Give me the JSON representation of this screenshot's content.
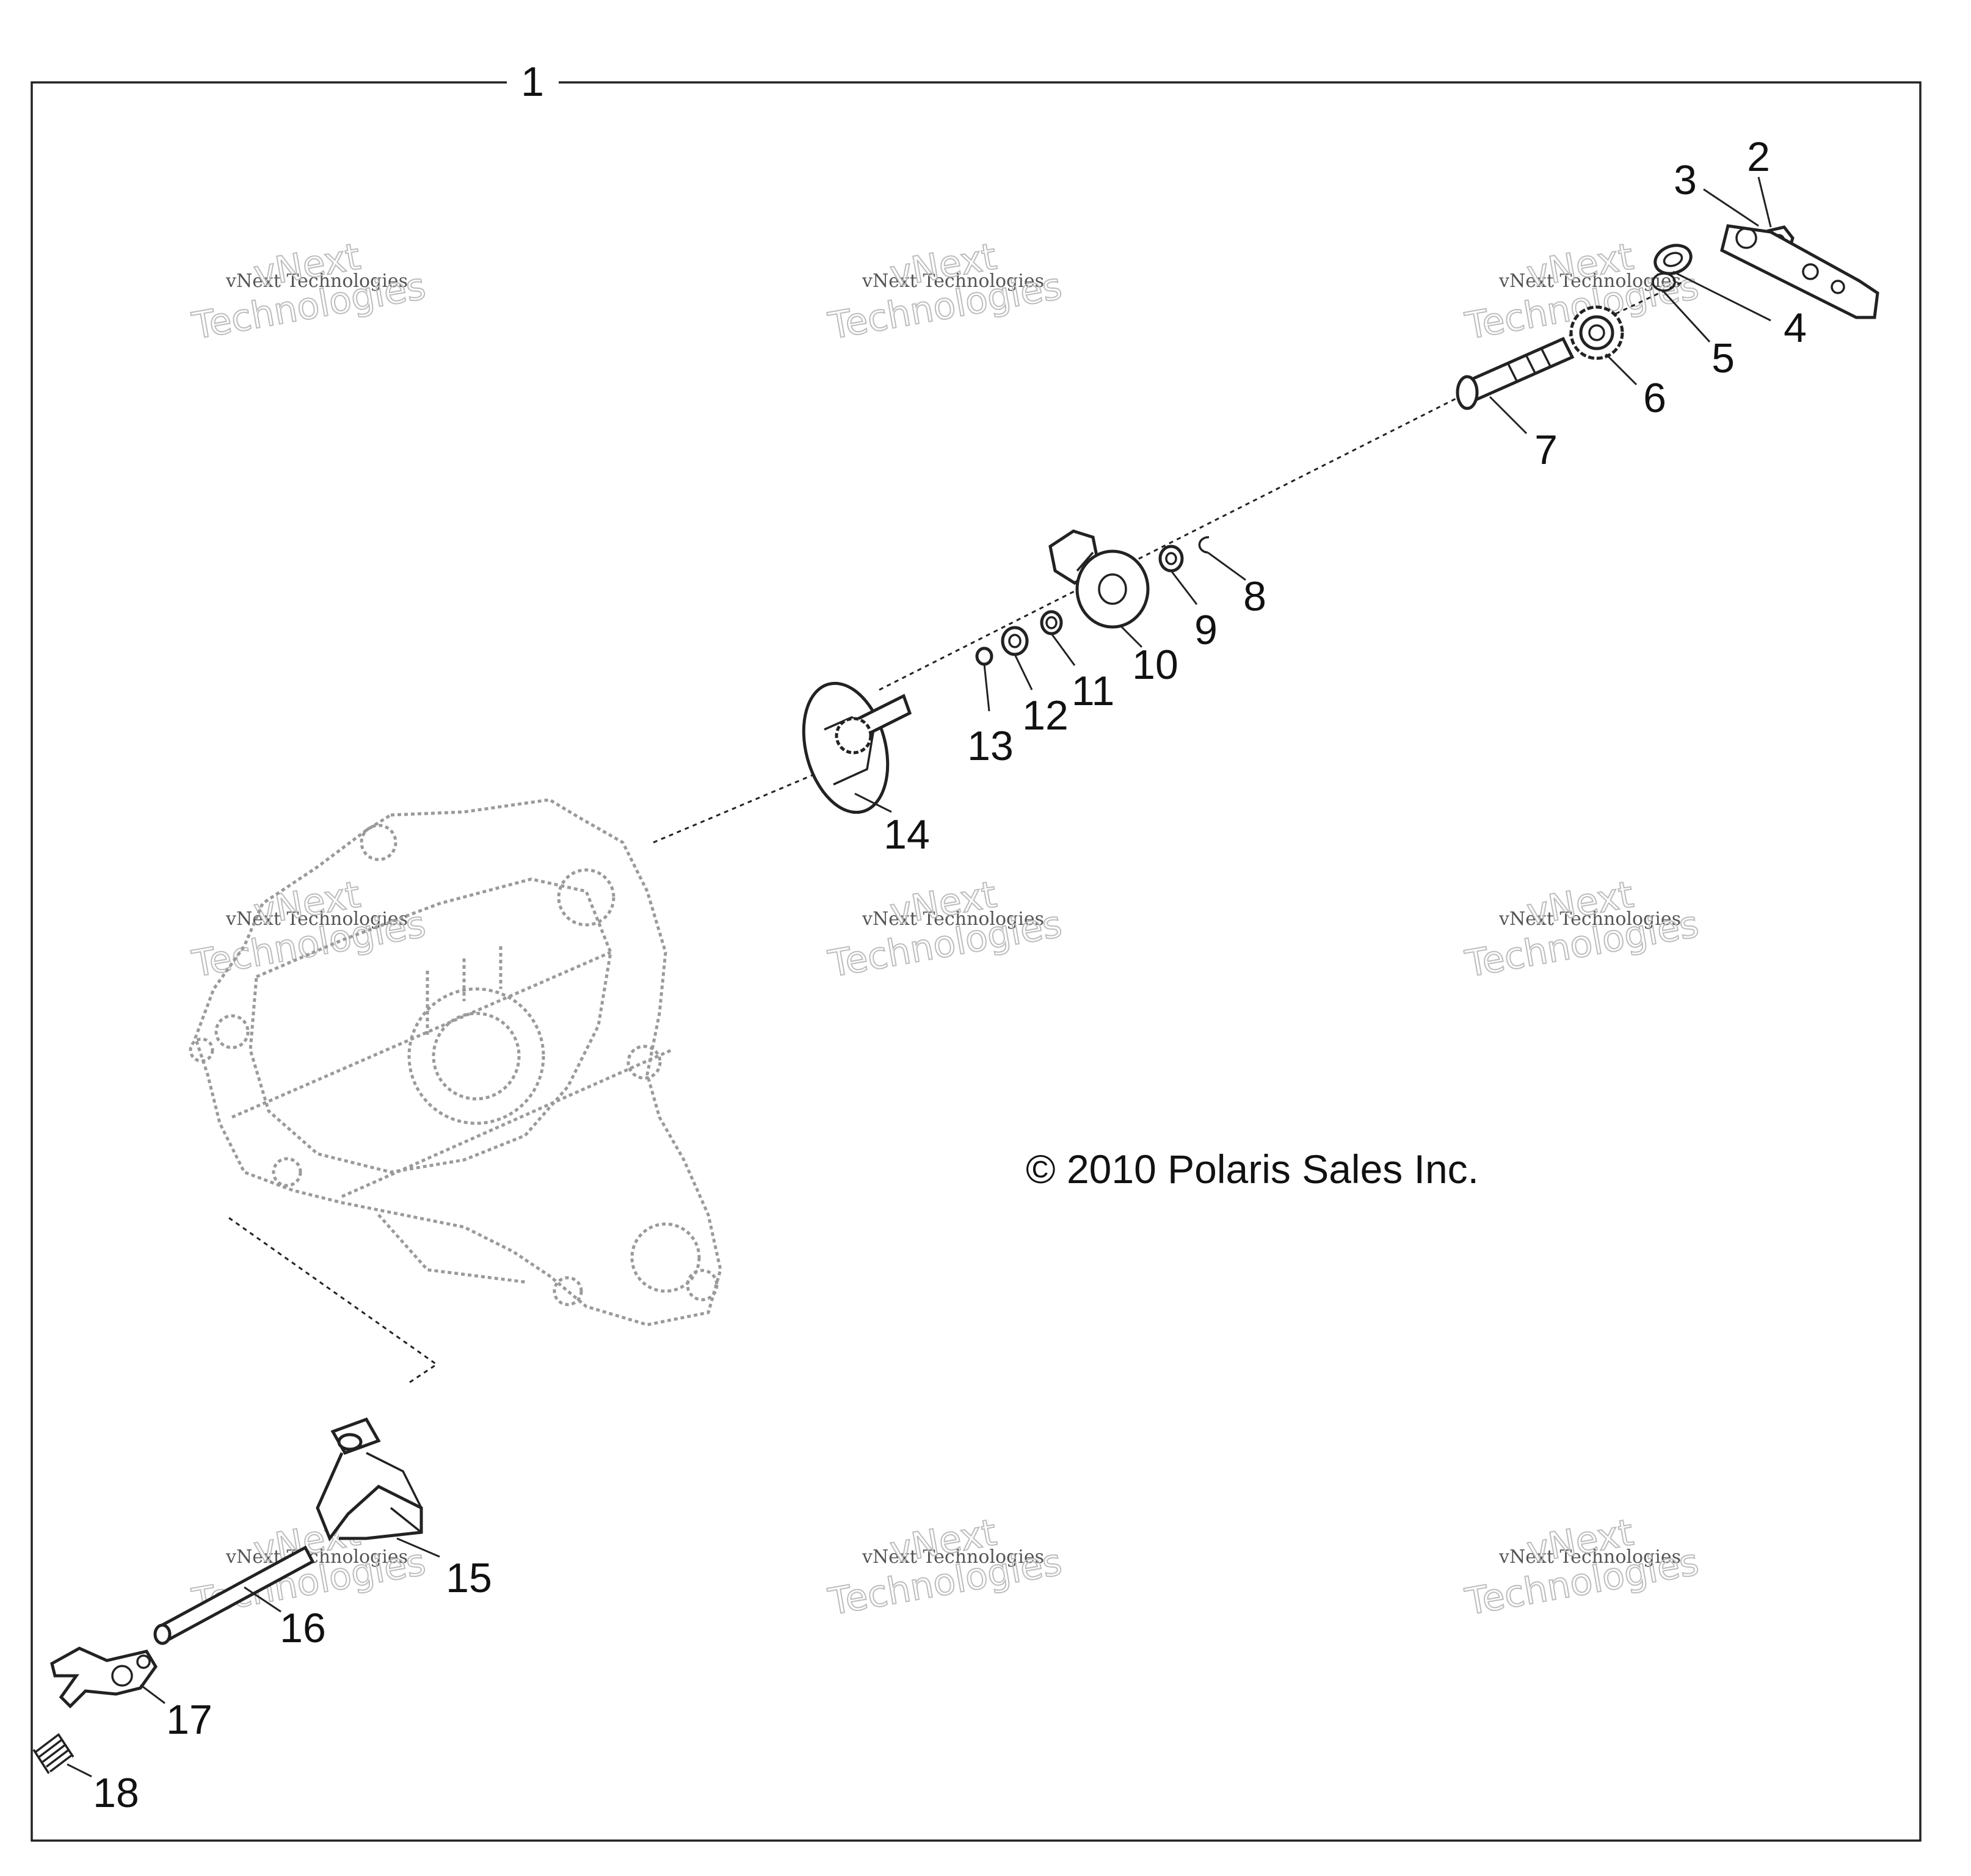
{
  "diagram": {
    "assembly_callout": "1",
    "copyright": "© 2010 Polaris Sales Inc.",
    "watermark": {
      "line1": "vNext",
      "line2": "vNext Technologies",
      "line3": "Technologies"
    },
    "callouts": {
      "c2": "2",
      "c3": "3",
      "c4": "4",
      "c5": "5",
      "c6": "6",
      "c7": "7",
      "c8": "8",
      "c9": "9",
      "c10": "10",
      "c11": "11",
      "c12": "12",
      "c13": "13",
      "c14": "14",
      "c15": "15",
      "c16": "16",
      "c17": "17",
      "c18": "18"
    }
  }
}
